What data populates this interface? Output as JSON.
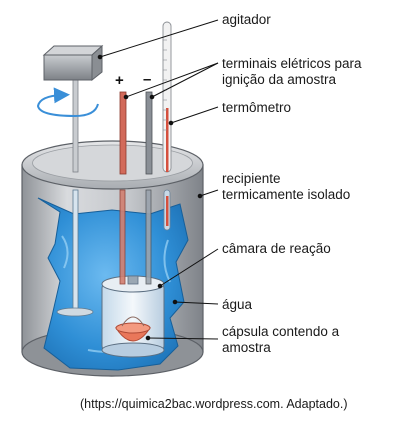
{
  "diagram": {
    "title": "",
    "labels": {
      "stirrer": "agitador",
      "terminals_line1": "terminais elétricos para",
      "terminals_line2": "ignição da amostra",
      "thermometer": "termômetro",
      "container_line1": "recipiente",
      "container_line2": "termicamente isolado",
      "chamber": "câmara de reação",
      "water": "água",
      "capsule_line1": "cápsula contendo a",
      "capsule_line2": "amostra"
    },
    "terminal_signs": {
      "positive": "+",
      "negative": "–"
    },
    "credit": "(https://quimica2bac.wordpress.com. Adaptado.)"
  },
  "colors": {
    "water": "#2f8fd6",
    "water_light": "#7cc4f0",
    "container_body": "#b9bcc0",
    "positive_terminal": "#d26a5a",
    "negative_terminal": "#8a8f96",
    "sample": "#e9775a",
    "motor": "#9a9ea4"
  }
}
